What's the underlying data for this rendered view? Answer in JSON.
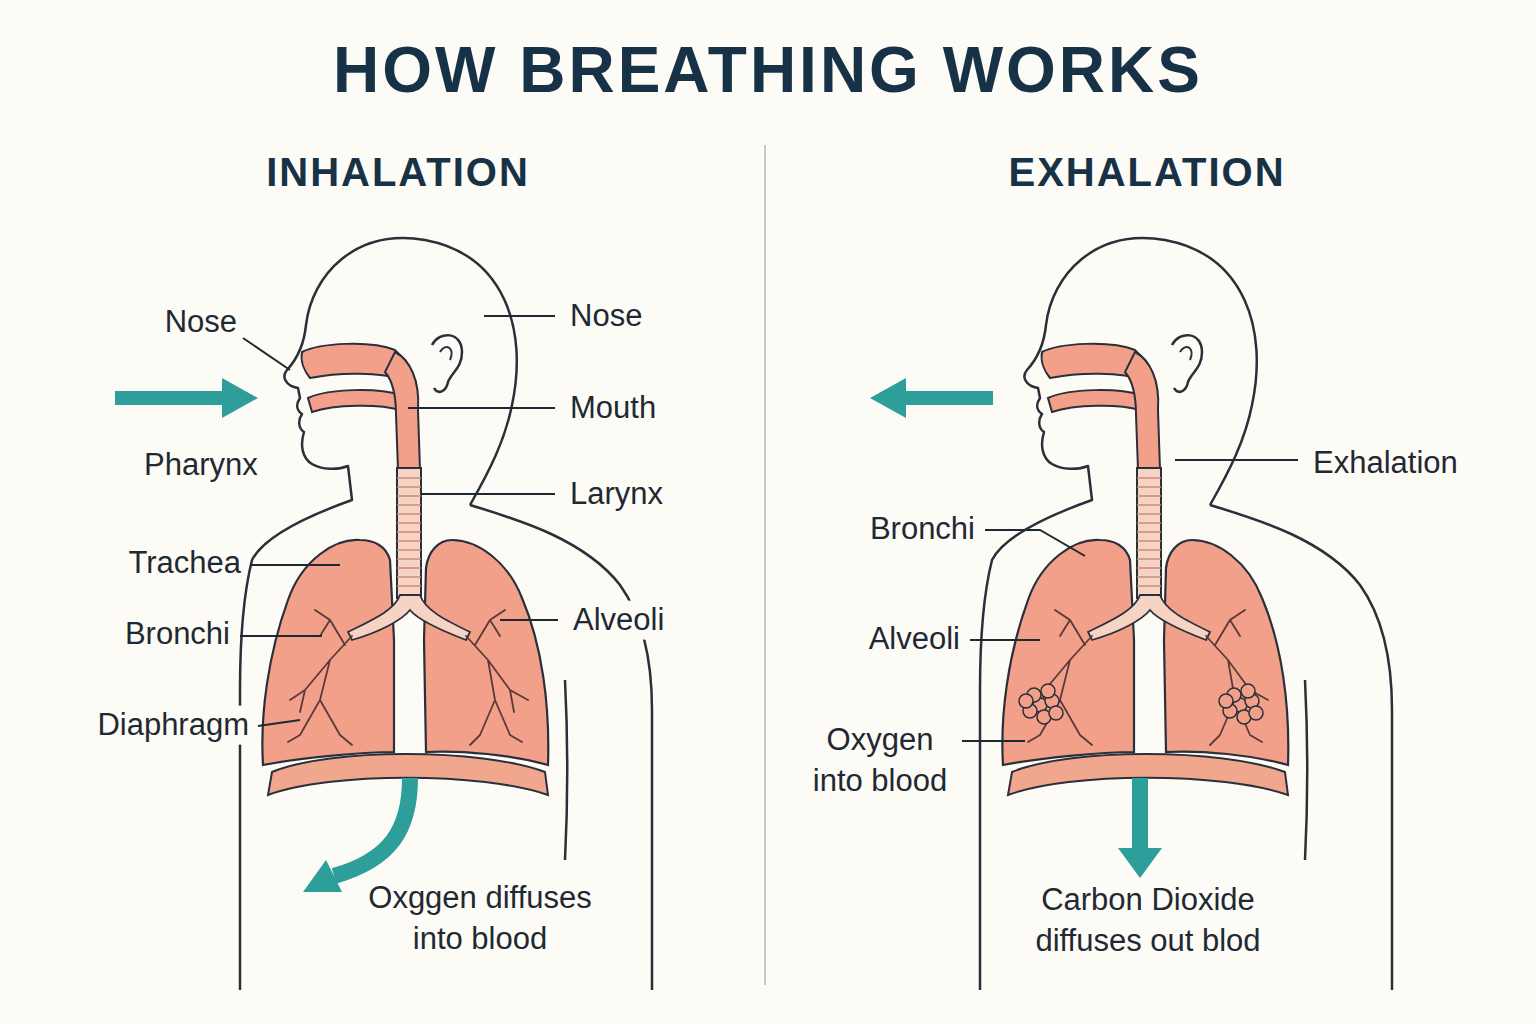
{
  "diagram": {
    "title": "HOW BREATHING WORKS",
    "labels": [
      "INHALATION",
      "EXHALATION",
      "Nose",
      "Nose",
      "Mouth",
      "Pharynx",
      "Larynx",
      "Trachea",
      "Alveoli",
      "Bronchi",
      "Diaphragm",
      "Oxggen diffuses into blood",
      "Exhalation",
      "Bronchi",
      "Alveoli",
      "Oxygen into blood",
      "Carbon Dioxide diffuses out blod"
    ]
  }
}
